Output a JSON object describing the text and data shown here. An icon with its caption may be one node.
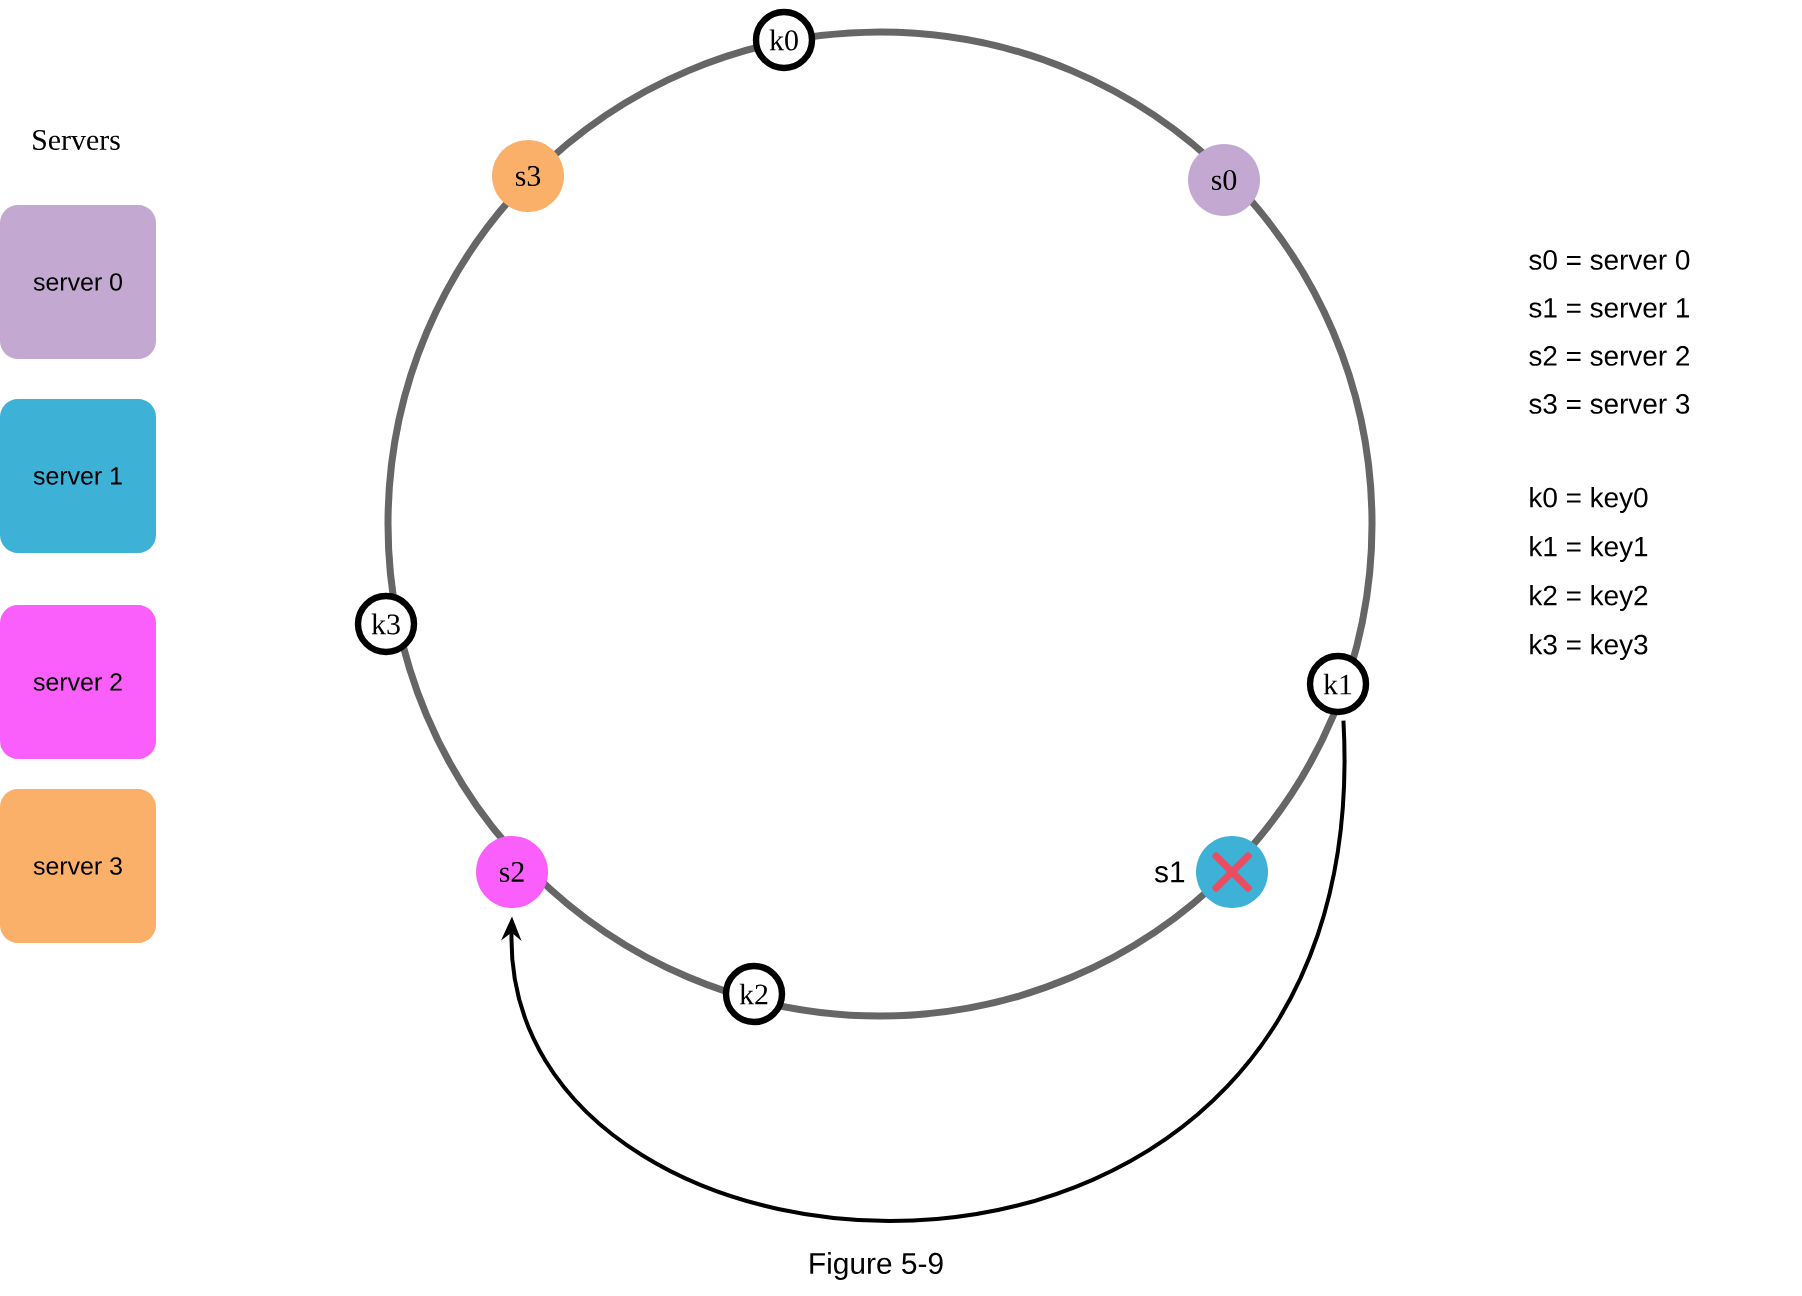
{
  "diagram": {
    "caption": "Figure 5-9",
    "nodes": [
      {
        "text": [
          "server 0"
        ]
      },
      {
        "text": [
          "server 1"
        ]
      },
      {
        "text": [
          "server 2"
        ]
      },
      {
        "text": [
          "server 3"
        ]
      },
      {
        "text": [
          "k0"
        ]
      },
      {
        "text": [
          "s3"
        ]
      },
      {
        "text": [
          "s0"
        ]
      },
      {
        "text": [
          "k3"
        ]
      },
      {
        "text": [
          "k1"
        ]
      },
      {
        "text": [
          "s2"
        ]
      },
      {
        "text": [],
        "shape": "circle",
        "beside": [
          "s1"
        ]
      },
      {
        "text": [
          "k2"
        ]
      }
    ],
    "edges": [
      {
        "from": 8,
        "to": 9,
        "arrow": "to"
      }
    ],
    "labels": [
      "Servers",
      "s0 = server 0",
      "s1 = server 1",
      "s2 = server 2",
      "s3 = server 3",
      "k0 = key0",
      "k1 = key1",
      "k2 = key2",
      "k3 = key3"
    ]
  }
}
